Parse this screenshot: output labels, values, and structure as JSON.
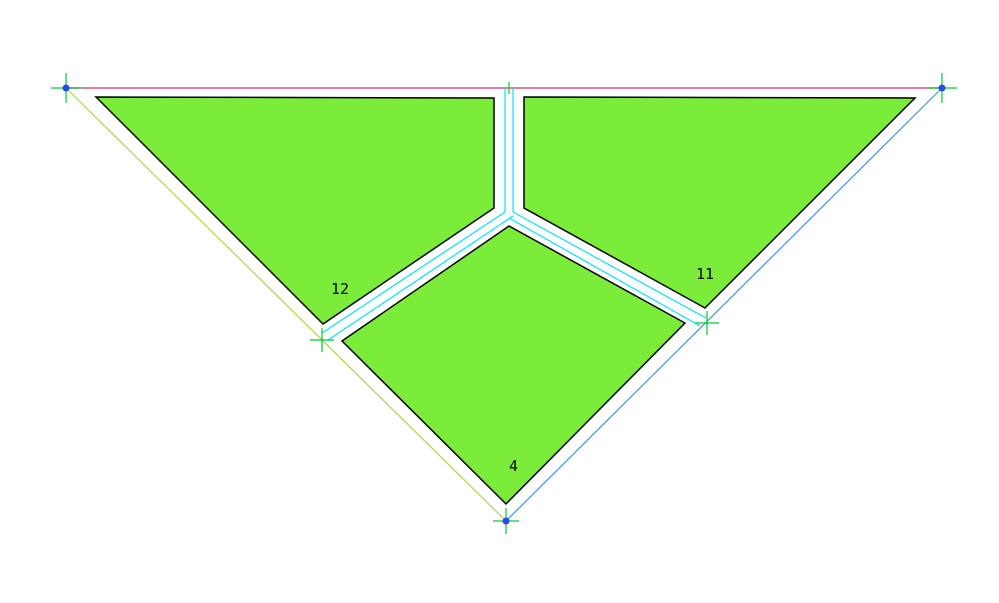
{
  "regions": [
    {
      "id": "12",
      "label": "12",
      "fill": "#7cec3a"
    },
    {
      "id": "11",
      "label": "11",
      "fill": "#7cec3a"
    },
    {
      "id": "4",
      "label": "4",
      "fill": "#7cec3a"
    }
  ],
  "colors": {
    "region_fill": "#7cec3a",
    "region_outline": "#000000",
    "top_edge": "#e0557a",
    "left_edge": "#a8d84a",
    "right_edge": "#3a9ae8",
    "inner_lines": "#00e5ff",
    "marker_cross": "#00cc33",
    "marker_dot": "#2a4ae8"
  }
}
